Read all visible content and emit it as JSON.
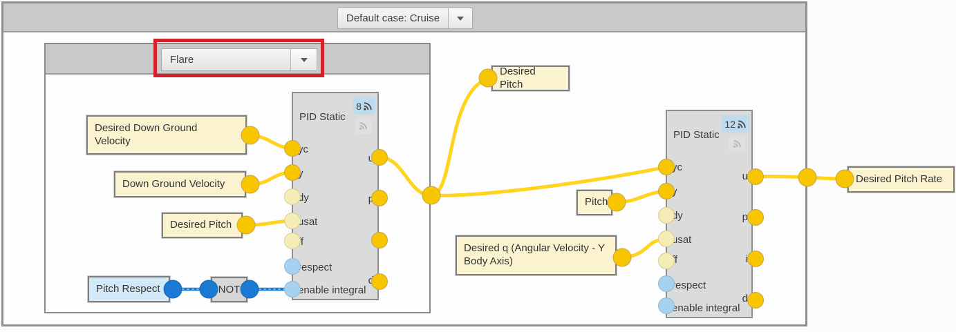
{
  "toolbar": {
    "default_case_label": "Default case: Cruise"
  },
  "group": {
    "case_label": "Flare"
  },
  "pid1": {
    "title": "PID Static",
    "badge": "8",
    "inputs": [
      "yc",
      "y",
      "dy",
      "usat",
      "ff",
      "respect",
      "enable integral"
    ],
    "outputs": [
      "u",
      "p",
      "i",
      "d"
    ]
  },
  "pid2": {
    "title": "PID Static",
    "badge": "12",
    "inputs": [
      "yc",
      "y",
      "dy",
      "usat",
      "ff",
      "respect",
      "enable integral"
    ],
    "outputs": [
      "u",
      "p",
      "i",
      "d"
    ]
  },
  "gates": {
    "not_label": "NOT"
  },
  "variables": {
    "desired_down_ground_velocity": "Desired Down Ground Velocity",
    "down_ground_velocity": "Down Ground Velocity",
    "desired_pitch_in": "Desired Pitch",
    "pitch_respect": "Pitch Respect",
    "desired_pitch_out": "Desired Pitch",
    "pitch": "Pitch",
    "desired_q": "Desired q (Angular Velocity - Y Body Axis)",
    "desired_pitch_rate": "Desired Pitch Rate"
  },
  "colors": {
    "wire_yellow": "#ffd41e",
    "wire_blue": "#1b7ad3",
    "port_yellow": "#f7c600",
    "port_pale_yellow": "#f6ecb6",
    "port_pale_blue": "#a6d1f0",
    "port_blue": "#1b7ad3",
    "badge_blue_bg": "#bedcef",
    "highlight_red": "#d3202a",
    "header_gray": "#c9c9c9"
  }
}
